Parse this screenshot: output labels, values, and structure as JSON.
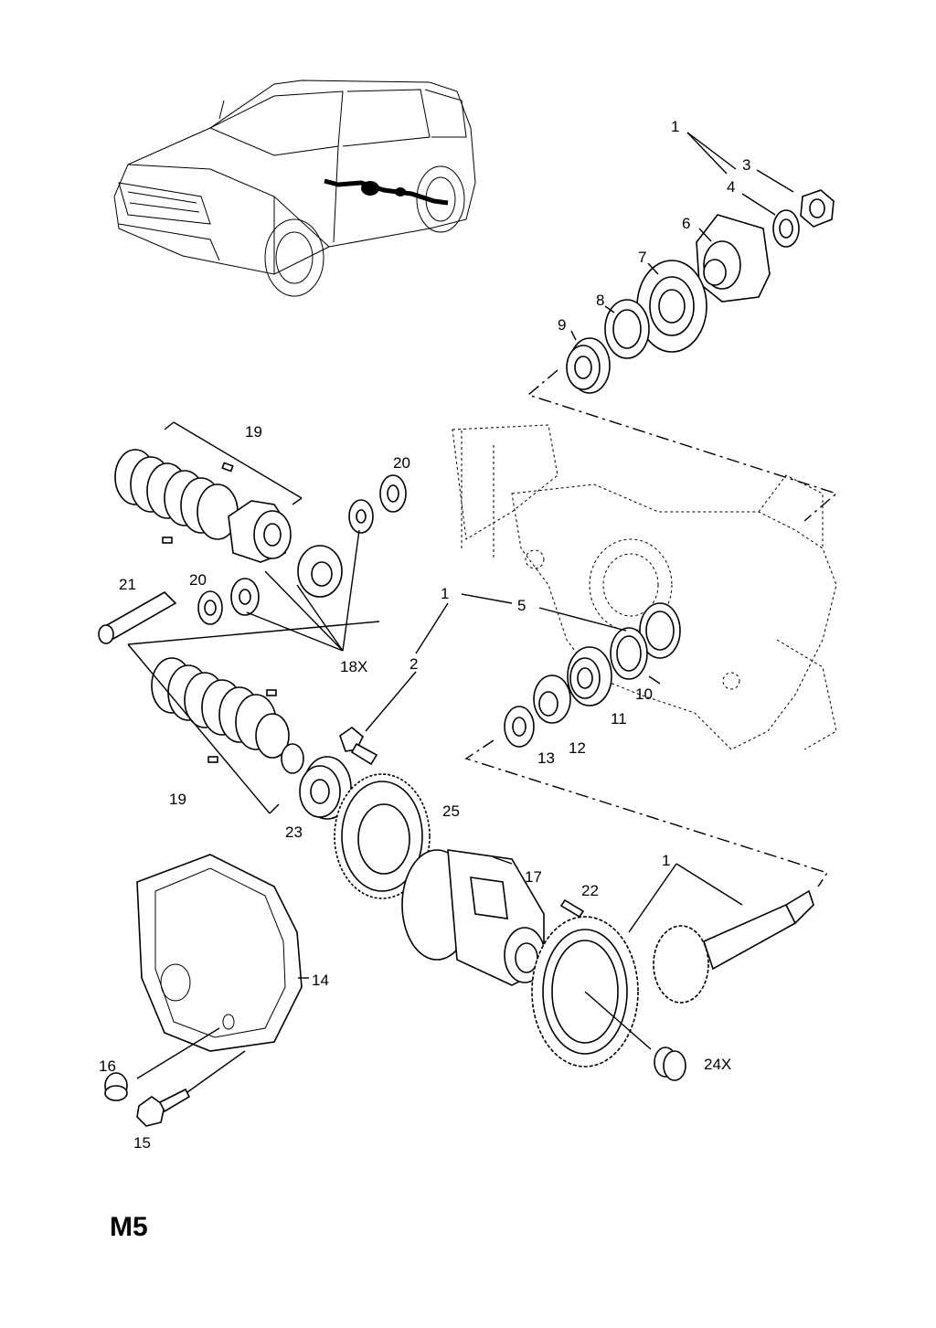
{
  "page_id": "M5",
  "labels": {
    "l1a": "1",
    "l3": "3",
    "l4": "4",
    "l6": "6",
    "l7": "7",
    "l8": "8",
    "l9": "9",
    "l19a": "19",
    "l20a": "20",
    "l21": "21",
    "l20b": "20",
    "l18x": "18X",
    "l1b": "1",
    "l5": "5",
    "l2": "2",
    "l10": "10",
    "l11": "11",
    "l12": "12",
    "l13": "13",
    "l19b": "19",
    "l23": "23",
    "l25": "25",
    "l17": "17",
    "l1c": "1",
    "l22": "22",
    "l14": "14",
    "l16": "16",
    "l15": "15",
    "l24x": "24X"
  }
}
